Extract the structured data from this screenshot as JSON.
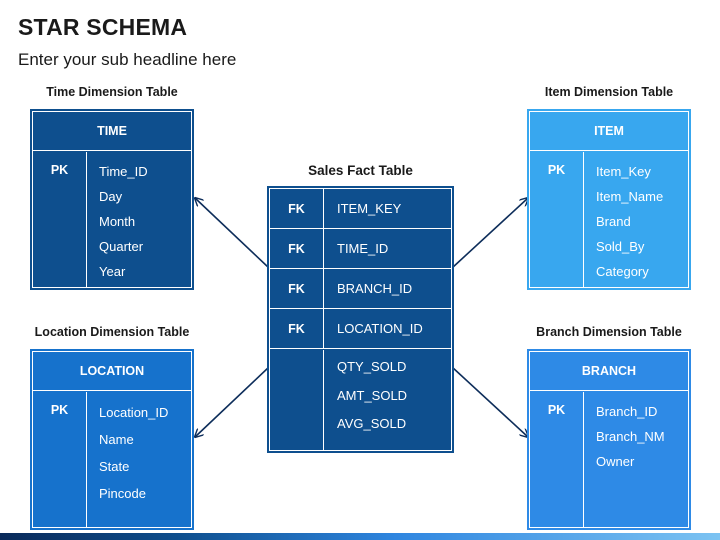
{
  "title": "STAR SCHEMA",
  "subtitle": "Enter your sub headline here",
  "colors": {
    "time": "#0e4f8e",
    "fact": "#0e4f8e",
    "item": "#38a7ef",
    "location": "#1672cc",
    "branch": "#2e8ae6",
    "arrow": "#0d2d5a"
  },
  "fact": {
    "caption": "Sales Fact Table",
    "keys": [
      {
        "tag": "FK",
        "name": "ITEM_KEY"
      },
      {
        "tag": "FK",
        "name": "TIME_ID"
      },
      {
        "tag": "FK",
        "name": "BRANCH_ID"
      },
      {
        "tag": "FK",
        "name": "LOCATION_ID"
      }
    ],
    "measures": [
      "QTY_SOLD",
      "AMT_SOLD",
      "AVG_SOLD"
    ]
  },
  "time": {
    "caption": "Time Dimension Table",
    "header": "TIME",
    "pk": "PK",
    "fields": [
      "Time_ID",
      "Day",
      "Month",
      "Quarter",
      "Year"
    ]
  },
  "item": {
    "caption": "Item Dimension Table",
    "header": "ITEM",
    "pk": "PK",
    "fields": [
      "Item_Key",
      "Item_Name",
      "Brand",
      "Sold_By",
      "Category"
    ]
  },
  "location": {
    "caption": "Location Dimension Table",
    "header": "LOCATION",
    "pk": "PK",
    "fields": [
      "Location_ID",
      "Name",
      "State",
      "Pincode"
    ]
  },
  "branch": {
    "caption": "Branch Dimension Table",
    "header": "BRANCH",
    "pk": "PK",
    "fields": [
      "Branch_ID",
      "Branch_NM",
      "Owner"
    ]
  }
}
